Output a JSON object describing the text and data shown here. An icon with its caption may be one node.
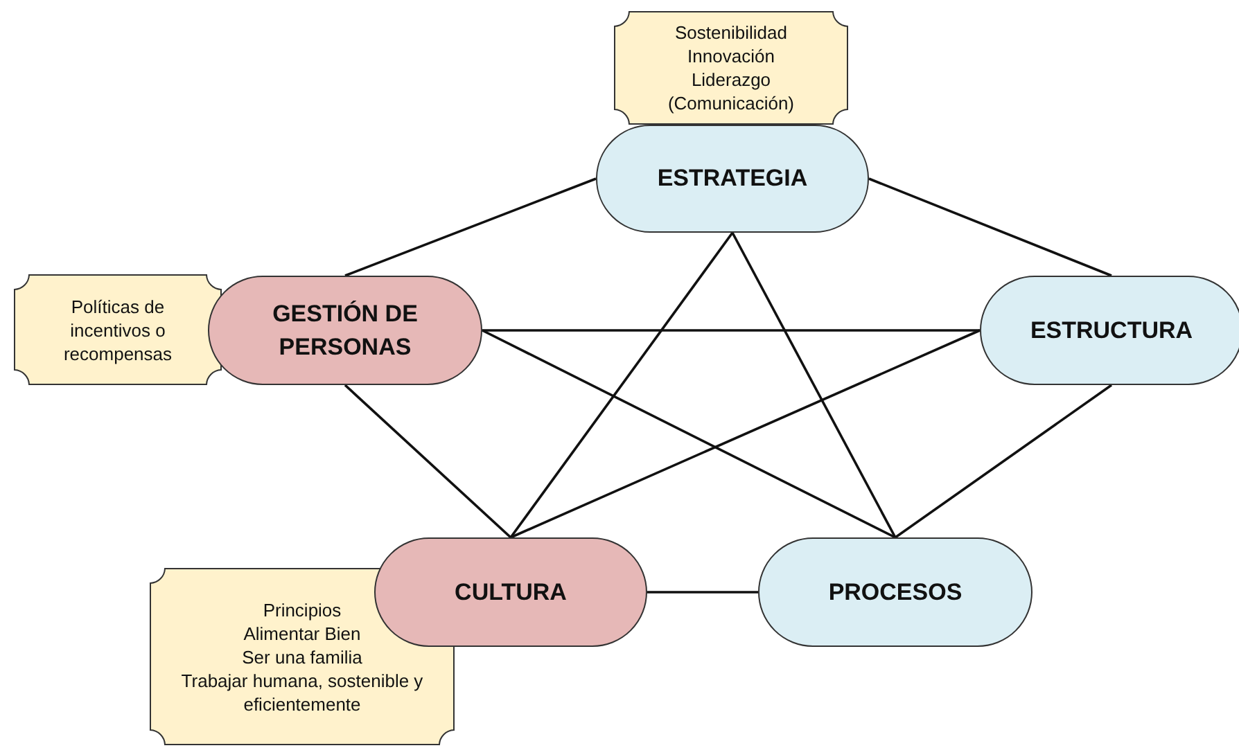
{
  "diagram": {
    "nodes": [
      {
        "text": [
          "ESTRATEGIA"
        ]
      },
      {
        "text": [
          "GESTIÓN DE PERSONAS"
        ]
      },
      {
        "text": [
          "ESTRUCTURA"
        ]
      },
      {
        "text": [
          "CULTURA"
        ]
      },
      {
        "text": [
          "PROCESOS"
        ]
      },
      {
        "text": [
          "Sostenibilidad",
          "Innovación",
          "Liderazgo",
          "(Comunicación)"
        ]
      },
      {
        "text": [
          "Políticas de incentivos o recompensas"
        ]
      },
      {
        "text": [
          "Principios",
          "Alimentar Bien",
          "Ser una familia",
          "Trabajar humana, sostenible y eficientemente"
        ]
      }
    ],
    "edges": [
      {
        "from": 0,
        "to": 1,
        "arrow": "none"
      },
      {
        "from": 0,
        "to": 2,
        "arrow": "none"
      },
      {
        "from": 0,
        "to": 3,
        "arrow": "none"
      },
      {
        "from": 0,
        "to": 4,
        "arrow": "none"
      },
      {
        "from": 1,
        "to": 2,
        "arrow": "none"
      },
      {
        "from": 1,
        "to": 4,
        "arrow": "none"
      },
      {
        "from": 1,
        "to": 3,
        "arrow": "none"
      },
      {
        "from": 2,
        "to": 3,
        "arrow": "none"
      },
      {
        "from": 2,
        "to": 4,
        "arrow": "none"
      },
      {
        "from": 3,
        "to": 4,
        "arrow": "none"
      }
    ]
  }
}
